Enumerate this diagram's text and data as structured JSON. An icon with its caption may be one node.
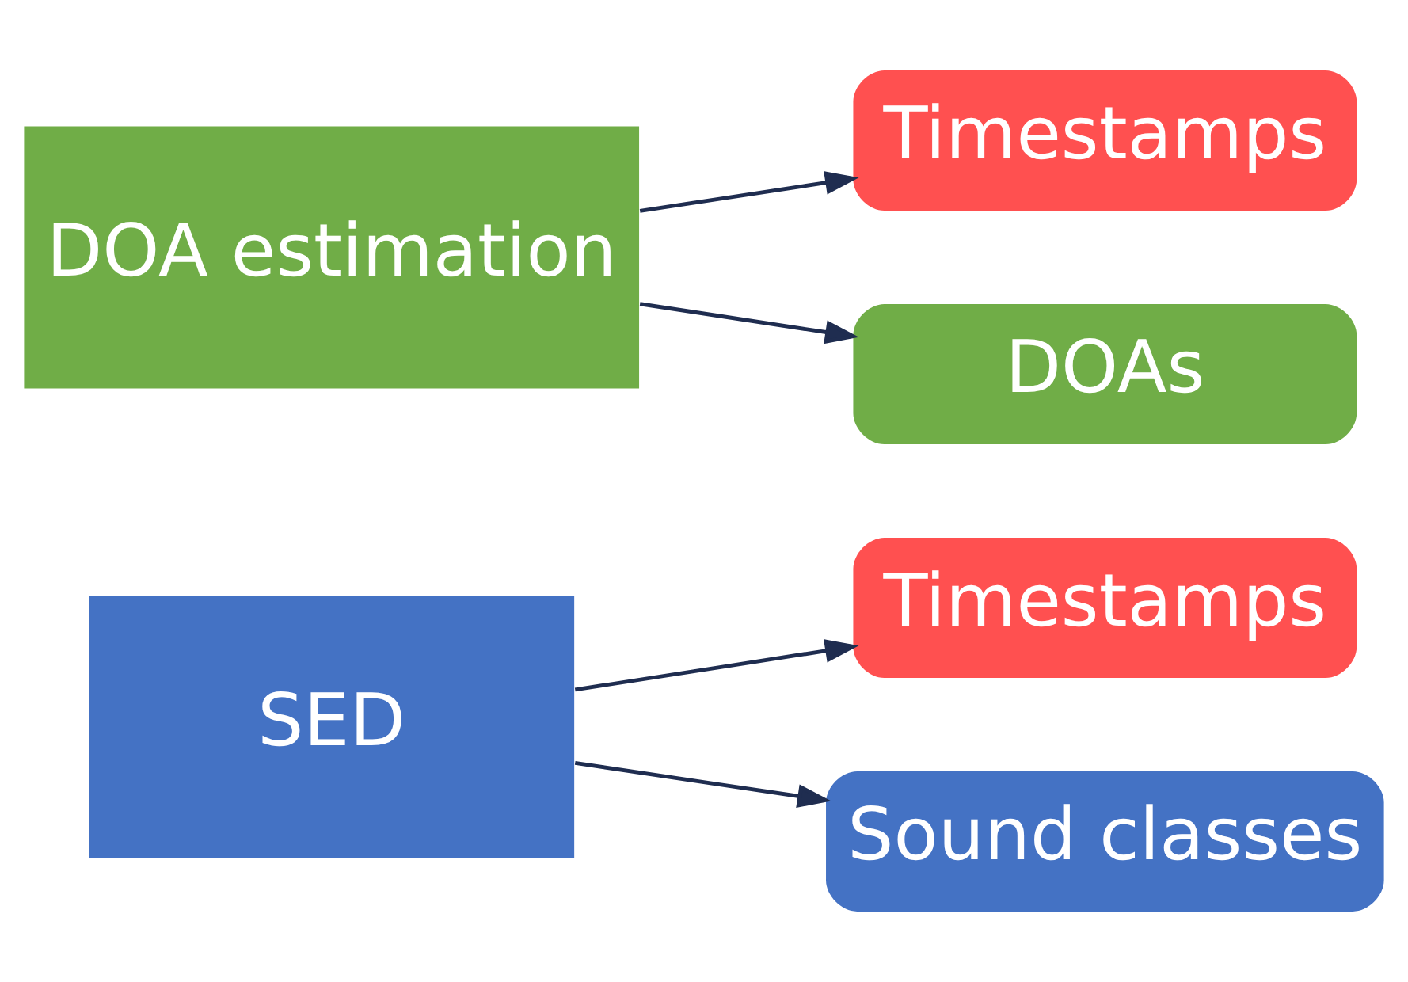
{
  "diagram": {
    "nodes": [
      {
        "text": [
          "SED"
        ]
      },
      {
        "text": [
          "Timestamps"
        ]
      },
      {
        "text": [
          "Sound classes"
        ]
      },
      {
        "text": [
          "DOA estimation"
        ]
      },
      {
        "text": [
          "Timestamps"
        ]
      },
      {
        "text": [
          "DOAs"
        ]
      }
    ],
    "edges": [
      {
        "from": 0,
        "to": 1,
        "arrow": "to"
      },
      {
        "from": 0,
        "to": 2,
        "arrow": "to"
      },
      {
        "from": 3,
        "to": 4,
        "arrow": "to"
      },
      {
        "from": 3,
        "to": 5,
        "arrow": "to"
      }
    ]
  }
}
